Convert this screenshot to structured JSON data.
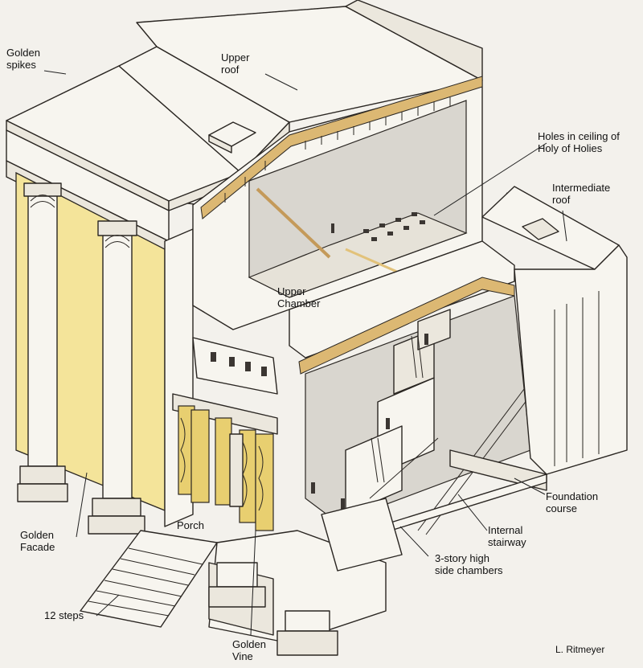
{
  "labels": {
    "golden_spikes": "Golden\nspikes",
    "upper_roof": "Upper\nroof",
    "holes_in_ceiling": "Holes in ceiling of\nHoly of Holies",
    "intermediate_roof": "Intermediate\nroof",
    "upper_chamber": "Upper\nChamber",
    "porch": "Porch",
    "golden_facade": "Golden\nFacade",
    "twelve_steps": "12 steps",
    "golden_vine": "Golden\nVine",
    "foundation_course": "Foundation\ncourse",
    "internal_stairway": "Internal\nstairway",
    "side_chambers": "3-story high\nside chambers",
    "credit": "L. Ritmeyer"
  },
  "colors": {
    "gold": "#f4e49a",
    "beam": "#dcb873",
    "background": "#f3f1ec"
  }
}
